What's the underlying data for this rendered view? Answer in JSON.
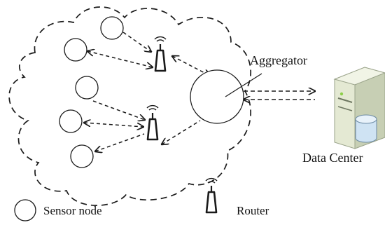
{
  "labels": {
    "aggregator": "Aggregator",
    "data_center": "Data Center"
  },
  "legend": {
    "sensor_node": "Sensor node",
    "router": "Router"
  },
  "colors": {
    "stroke": "#1a1a1a",
    "node_fill": "#ffffff",
    "server_body": "#e4e9d3",
    "server_side": "#c7cfb4",
    "server_top": "#f1f4e6",
    "cylinder_fill": "#cfe3f3"
  },
  "icons": [
    "sensor-node-icon",
    "router-icon",
    "aggregator-icon",
    "server-icon",
    "database-icon",
    "cloud-boundary-icon"
  ]
}
